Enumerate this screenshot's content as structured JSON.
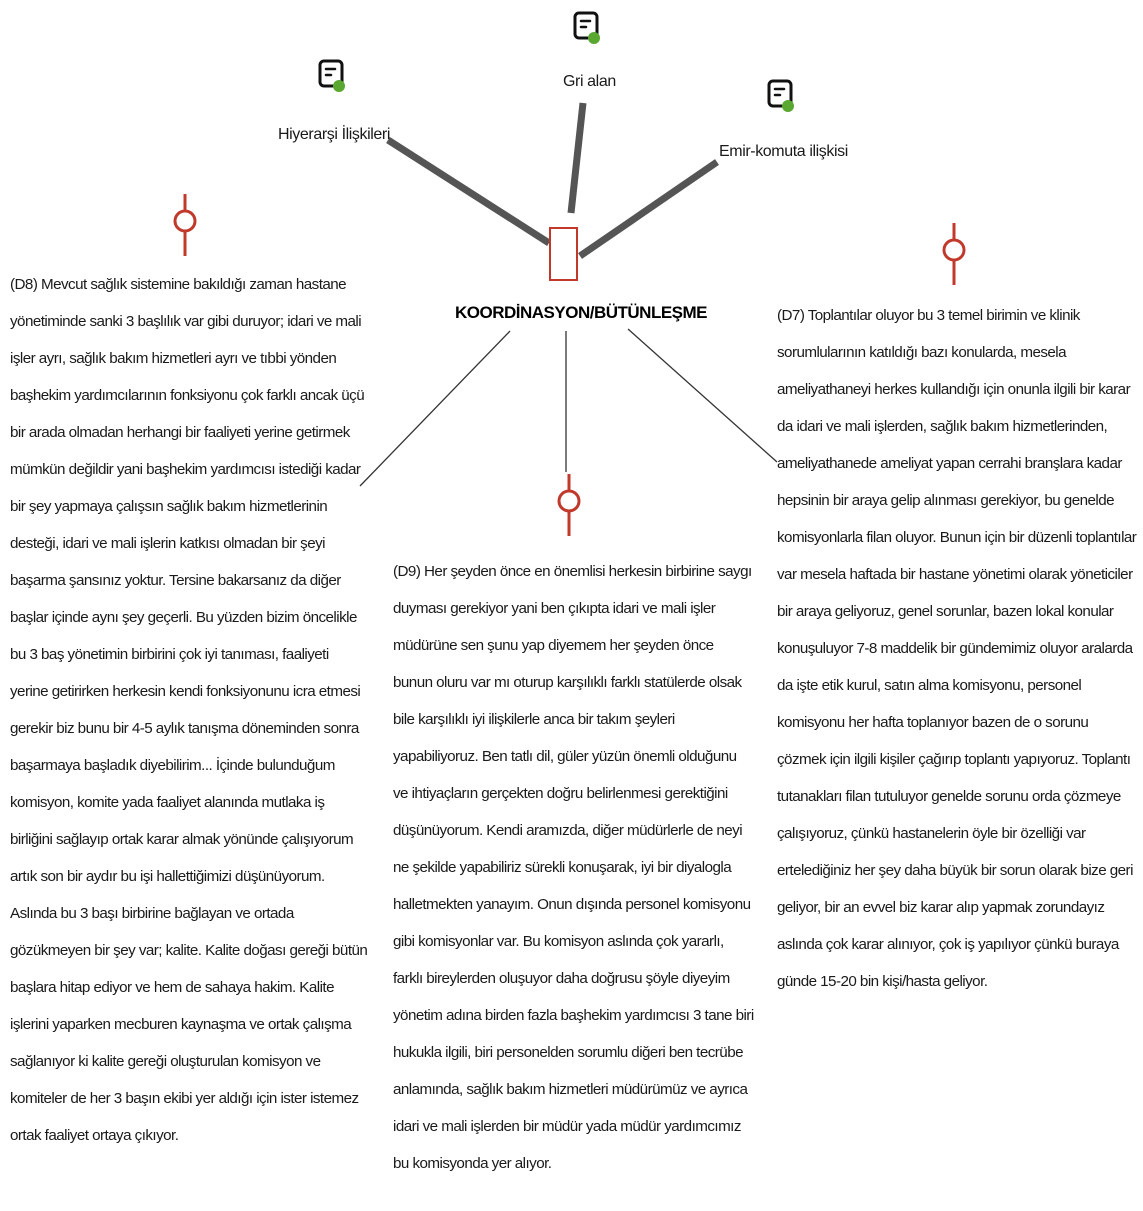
{
  "diagram": {
    "center": {
      "label": "KOORDİNASYON/BÜTÜNLEŞME"
    },
    "codes": [
      {
        "id": "hiyerarsi",
        "label": "Hiyerarşi İlişkileri",
        "icon": "memo-icon"
      },
      {
        "id": "gri",
        "label": "Gri alan",
        "icon": "memo-icon"
      },
      {
        "id": "emir",
        "label": "Emir-komuta ilişkisi",
        "icon": "memo-icon"
      }
    ],
    "quotes": [
      {
        "id": "d8",
        "icon": "quote-pin-icon",
        "text": "(D8) Mevcut sağlık sistemine bakıldığı zaman hastane yönetiminde sanki 3 başlılık var gibi duruyor; idari ve mali işler ayrı, sağlık bakım hizmetleri ayrı ve tıbbi yönden başhekim yardımcılarının fonksiyonu çok farklı ancak üçü bir arada olmadan herhangi bir faaliyeti yerine getirmek mümkün değildir yani başhekim yardımcısı istediği kadar bir şey yapmaya çalışsın sağlık bakım hizmetlerinin desteği, idari ve mali işlerin katkısı olmadan bir şeyi başarma şansınız yoktur. Tersine bakarsanız da diğer başlar içinde aynı şey geçerli. Bu yüzden bizim öncelikle bu 3 baş yönetimin birbirini çok iyi tanıması, faaliyeti yerine getirirken herkesin kendi fonksiyonunu icra etmesi gerekir biz bunu bir 4-5 aylık tanışma döneminden sonra başarmaya başladık diyebilirim... İçinde bulunduğum komisyon, komite yada faaliyet alanında mutlaka iş birliğini sağlayıp ortak karar almak yönünde çalışıyorum artık son bir aydır bu işi hallettiğimizi düşünüyorum. Aslında bu 3 başı birbirine bağlayan ve ortada gözükmeyen bir şey var; kalite. Kalite doğası gereği bütün başlara hitap ediyor ve hem de sahaya hakim. Kalite işlerini yaparken mecburen kaynaşma ve ortak çalışma sağlanıyor ki kalite gereği oluşturulan komisyon ve komiteler de her 3 başın ekibi yer aldığı için ister istemez ortak faaliyet ortaya çıkıyor."
      },
      {
        "id": "d7",
        "icon": "quote-pin-icon",
        "text": "(D7) Toplantılar oluyor bu 3 temel birimin ve klinik sorumlularının katıldığı bazı konularda, mesela ameliyathaneyi herkes kullandığı için onunla ilgili bir karar da idari ve mali işlerden, sağlık bakım hizmetlerinden, ameliyathanede ameliyat yapan cerrahi branşlara kadar hepsinin bir araya gelip alınması gerekiyor, bu genelde komisyonlarla filan oluyor. Bunun için bir düzenli toplantılar var mesela haftada bir hastane yönetimi olarak yöneticiler bir araya geliyoruz, genel sorunlar, bazen lokal konular konuşuluyor 7-8 maddelik bir gündemimiz oluyor aralarda da işte etik kurul, satın alma komisyonu, personel komisyonu her hafta toplanıyor bazen de o sorunu çözmek için ilgili kişiler çağırıp toplantı yapıyoruz. Toplantı tutanakları filan tutuluyor genelde sorunu orda çözmeye çalışıyoruz, çünkü hastanelerin öyle bir özelliği var ertelediğiniz her şey daha büyük bir sorun olarak bize geri geliyor, bir an evvel biz karar alıp yapmak zorundayız aslında çok karar alınıyor, çok iş yapılıyor çünkü buraya günde 15-20 bin kişi/hasta geliyor."
      },
      {
        "id": "d9",
        "icon": "quote-pin-icon",
        "text": "(D9) Her şeyden önce en önemlisi herkesin birbirine saygı duyması gerekiyor yani ben çıkıpta idari ve mali işler müdürüne sen şunu yap diyemem her şeyden önce bunun oluru var mı oturup karşılıklı farklı statülerde olsak bile karşılıklı iyi ilişkilerle anca bir takım şeyleri yapabiliyoruz. Ben tatlı dil, güler yüzün önemli olduğunu ve ihtiyaçların gerçekten doğru belirlenmesi gerektiğini düşünüyorum. Kendi aramızda, diğer müdürlerle de neyi ne şekilde yapabiliriz sürekli konuşarak, iyi bir diyalogla halletmekten yanayım. Onun dışında personel komisyonu gibi komisyonlar var. Bu komisyon aslında çok yararlı, farklı bireylerden oluşuyor daha doğrusu şöyle diyeyim yönetim adına birden fazla başhekim yardımcısı 3 tane biri hukukla ilgili, biri personelden sorumlu diğeri ben tecrübe anlamında, sağlık bakım hizmetleri müdürümüz ve ayrıca idari ve mali işlerden bir müdür yada müdür yardımcımız bu komisyonda yer alıyor."
      }
    ],
    "colors": {
      "node_border": "#c0392b",
      "quote_pin": "#c0392b",
      "memo_dot": "#5aa832",
      "thick_link": "#555555",
      "thin_link": "#333333"
    }
  }
}
